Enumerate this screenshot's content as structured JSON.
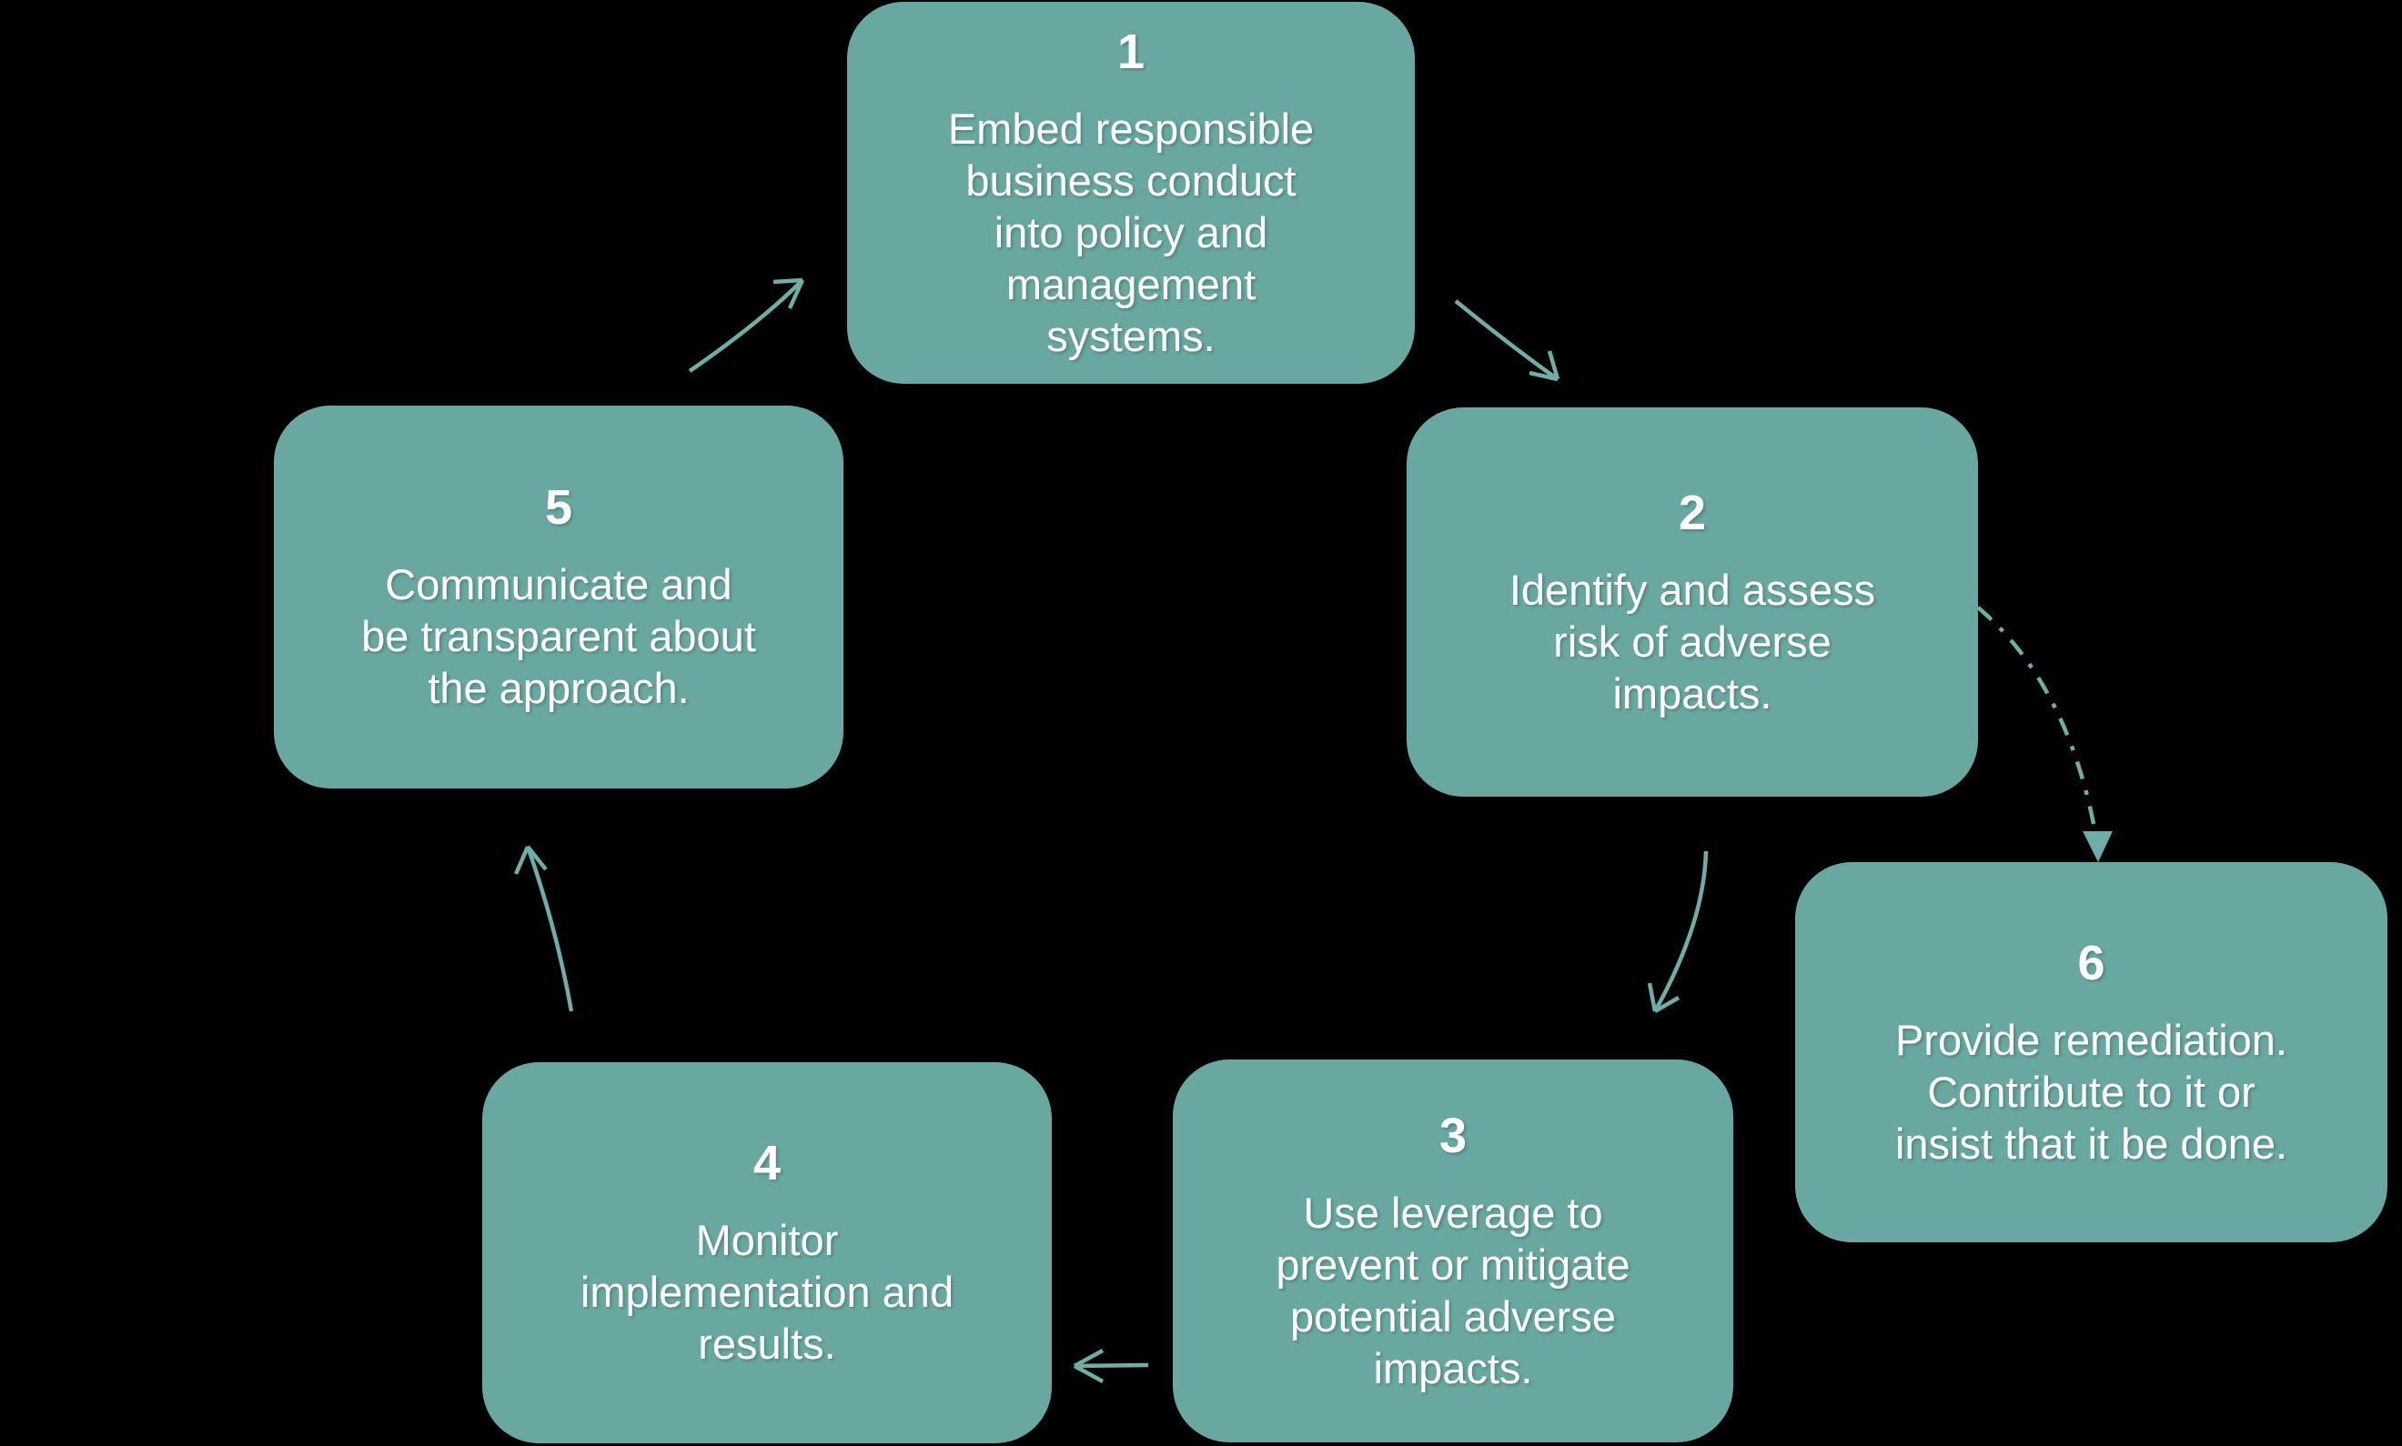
{
  "colors": {
    "background": "#000000",
    "box_fill": "#69A8A1",
    "text": "#FFFFFF",
    "arrow": "#6FAEA7"
  },
  "diagram": {
    "type": "cycle-flow",
    "steps": [
      {
        "number": "1",
        "text": "Embed responsible\nbusiness conduct\ninto policy and\nmanagement\nsystems."
      },
      {
        "number": "2",
        "text": "Identify and assess\nrisk of adverse\nimpacts."
      },
      {
        "number": "3",
        "text": "Use leverage to\nprevent or mitigate\npotential adverse\nimpacts."
      },
      {
        "number": "4",
        "text": "Monitor\nimplementation and\nresults."
      },
      {
        "number": "5",
        "text": "Communicate and\nbe transparent about\nthe approach."
      },
      {
        "number": "6",
        "text": "Provide remediation.\nContribute to it or\ninsist that it be done."
      }
    ],
    "arrows": [
      {
        "from": "1",
        "to": "2",
        "style": "solid",
        "head": "open"
      },
      {
        "from": "2",
        "to": "3",
        "style": "solid",
        "head": "open"
      },
      {
        "from": "3",
        "to": "4",
        "style": "solid",
        "head": "open"
      },
      {
        "from": "4",
        "to": "5",
        "style": "solid",
        "head": "open"
      },
      {
        "from": "5",
        "to": "1",
        "style": "solid",
        "head": "open"
      },
      {
        "from": "2",
        "to": "6",
        "style": "dash-dot",
        "head": "filled-triangle"
      }
    ]
  }
}
